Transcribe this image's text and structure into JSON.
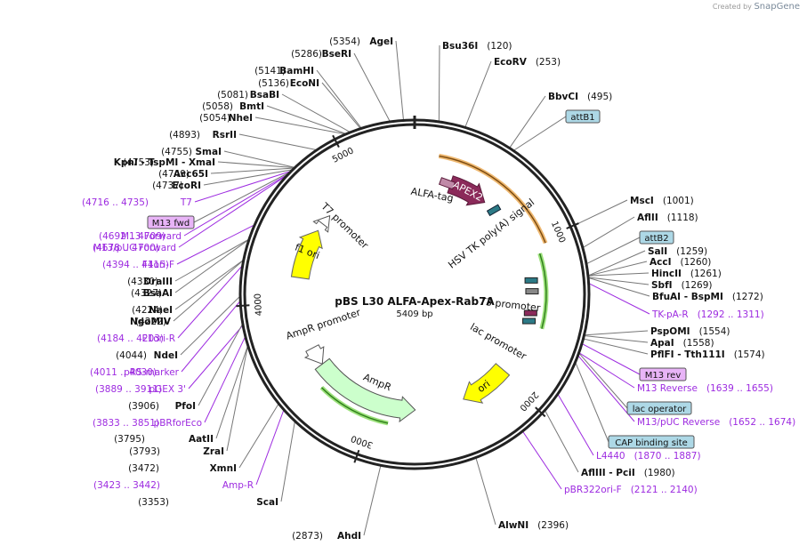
{
  "brand": {
    "created_by": "Created by",
    "name": "SnapGene"
  },
  "plasmid": {
    "name": "pBS L30 ALFA-Apex-Rab7A",
    "length": "5409 bp",
    "total_bp": 5409
  },
  "colors": {
    "apex2": "#8b2a5a",
    "hsv": "#2c7a86",
    "ori": "#ffff00",
    "ampr": "#ccffcc",
    "f1ori": "#ffff00",
    "amp_promoter": "#ffffff",
    "t7": "#ffffff",
    "primer": "#9d2be0",
    "misc_fill": "#add8e6",
    "m13_fill": "#e8b4f7",
    "enzyme_line": "#777777",
    "orange": "#e8a040",
    "green": "#60c030"
  },
  "ticks": [
    {
      "bp": 1000,
      "label": "1000"
    },
    {
      "bp": 2000,
      "label": "2000"
    },
    {
      "bp": 3000,
      "label": "3000"
    },
    {
      "bp": 4000,
      "label": "4000"
    },
    {
      "bp": 5000,
      "label": "5000"
    }
  ],
  "features": [
    {
      "name": "APEX2",
      "start": 270,
      "end": 1010,
      "type": "apex",
      "label": "APEX2"
    },
    {
      "name": "ALFA-tag",
      "start": 225,
      "end": 270,
      "type": "alfa",
      "label": "ALFA-tag"
    },
    {
      "name": "HSV TK poly(A) signal",
      "start": 1030,
      "end": 1050,
      "type": "hsv",
      "label": "HSV TK poly(A) signal"
    },
    {
      "name": "T3 promoter",
      "start": 1578,
      "end": 1597,
      "type": "t3",
      "label": "T3 promoter"
    },
    {
      "name": "lac promoter",
      "start": 1620,
      "end": 1650,
      "type": "lac",
      "label": "lac promoter"
    },
    {
      "name": "ori",
      "start": 1993,
      "end": 2581,
      "type": "ori",
      "label": "ori"
    },
    {
      "name": "AmpR",
      "start": 2750,
      "end": 3610,
      "type": "ampr",
      "label": "AmpR"
    },
    {
      "name": "AmpR promoter",
      "start": 3610,
      "end": 3715,
      "type": "amprp",
      "label": "AmpR promoter"
    },
    {
      "name": "f1 ori",
      "start": 4180,
      "end": 4636,
      "type": "f1",
      "label": "f1 ori"
    },
    {
      "name": "T7 promoter",
      "start": 4719,
      "end": 4737,
      "type": "t7",
      "label": "T7 promoter"
    }
  ],
  "left_labels": [
    {
      "text": "(5354)  AgeI",
      "num": "(5354)",
      "name": "AgeI",
      "kind": "enzyme"
    },
    {
      "text": "(5286)  BseRI",
      "num": "(5286)",
      "name": "BseRI",
      "kind": "enzyme"
    },
    {
      "text": "(5141)  BamHI",
      "num": "(5141)",
      "name": "BamHI",
      "kind": "enzyme"
    },
    {
      "text": "(5136)  EcoNI",
      "num": "(5136)",
      "name": "EcoNI",
      "kind": "enzyme"
    },
    {
      "text": "(5081)  BsaBI",
      "num": "(5081)",
      "name": "BsaBI",
      "kind": "enzyme"
    },
    {
      "text": "(5058)  BmtI",
      "num": "(5058)",
      "name": "BmtI",
      "kind": "enzyme"
    },
    {
      "text": "(5054)  NheI",
      "num": "(5054)",
      "name": "NheI",
      "kind": "enzyme"
    },
    {
      "text": "(4893)  RsrII",
      "num": "(4893)",
      "name": "RsrII",
      "kind": "enzyme"
    },
    {
      "text": "(4755)  SmaI",
      "num": "(4755)",
      "name": "SmaI",
      "kind": "enzyme"
    },
    {
      "text": "(4753)  KpnI  - TspMI  - XmaI",
      "num": "(4753)",
      "name": "KpnI  - TspMI  - XmaI",
      "kind": "enzyme"
    },
    {
      "text": "(4749)  Acc65I",
      "num": "(4749)",
      "name": "Acc65I",
      "kind": "enzyme"
    },
    {
      "text": "(4737)  EcoRI",
      "num": "(4737)",
      "name": "EcoRI",
      "kind": "enzyme"
    },
    {
      "text": "(4716 .. 4735)  T7",
      "num": "(4716 .. 4735)",
      "name": "T7",
      "kind": "primer"
    },
    {
      "text": "M13 fwd",
      "num": "",
      "name": "M13 fwd",
      "kind": "boxm13"
    },
    {
      "text": "(4692 .. 4709)  M13 Forward",
      "num": "(4692 .. 4709)",
      "name": "M13 Forward",
      "kind": "primer"
    },
    {
      "text": "(4678 .. 4700)  M13/pUC Forward",
      "num": "(4678 .. 4700)",
      "name": "M13/pUC Forward",
      "kind": "primer"
    },
    {
      "text": "(4394 .. 4415)  F1ori-F",
      "num": "(4394 .. 4415)",
      "name": "F1ori-F",
      "kind": "primer"
    },
    {
      "text": "(4330)  DraIII",
      "num": "(4330)",
      "name": "DraIII",
      "kind": "enzyme"
    },
    {
      "text": "(4327)  BsaAI",
      "num": "(4327)",
      "name": "BsaAI",
      "kind": "enzyme"
    },
    {
      "text": "(4224)  NaeI",
      "num": "(4224)",
      "name": "NaeI",
      "kind": "enzyme"
    },
    {
      "text": "(4222)  NgoMIV",
      "num": "(4222)",
      "name": "NgoMIV",
      "kind": "enzyme"
    },
    {
      "text": "(4184 .. 4203)  F1ori-R",
      "num": "(4184 .. 4203)",
      "name": "F1ori-R",
      "kind": "primer"
    },
    {
      "text": "(4044)  NdeI",
      "num": "(4044)",
      "name": "NdeI",
      "kind": "enzyme"
    },
    {
      "text": "(4011 .. 4030)  pRS-marker",
      "num": "(4011 .. 4030)",
      "name": "pRS-marker",
      "kind": "primer"
    },
    {
      "text": "(3889 .. 3911)  pGEX 3'",
      "num": "(3889 .. 3911)",
      "name": "pGEX 3'",
      "kind": "primer"
    },
    {
      "text": "(3906)  PfoI",
      "num": "(3906)",
      "name": "PfoI",
      "kind": "enzyme"
    },
    {
      "text": "(3833 .. 3851)  pBRforEco",
      "num": "(3833 .. 3851)",
      "name": "pBRforEco",
      "kind": "primer"
    },
    {
      "text": "(3795)  AatII",
      "num": "(3795)",
      "name": "AatII",
      "kind": "enzyme"
    },
    {
      "text": "(3793)  ZraI",
      "num": "(3793)",
      "name": "ZraI",
      "kind": "enzyme"
    },
    {
      "text": "(3472)  XmnI",
      "num": "(3472)",
      "name": "XmnI",
      "kind": "enzyme"
    },
    {
      "text": "(3423 .. 3442)  Amp-R",
      "num": "(3423 .. 3442)",
      "name": "Amp-R",
      "kind": "primer"
    },
    {
      "text": "(3353)  ScaI",
      "num": "(3353)",
      "name": "ScaI",
      "kind": "enzyme"
    },
    {
      "text": "(2873)  AhdI",
      "num": "(2873)",
      "name": "AhdI",
      "kind": "enzyme"
    }
  ],
  "right_labels": [
    {
      "text": "Bsu36I  (120)",
      "name": "Bsu36I",
      "num": "(120)",
      "kind": "enzyme"
    },
    {
      "text": "EcoRV  (253)",
      "name": "EcoRV",
      "num": "(253)",
      "kind": "enzyme"
    },
    {
      "text": "BbvCI  (495)",
      "name": "BbvCI",
      "num": "(495)",
      "kind": "enzyme"
    },
    {
      "text": "attB1",
      "name": "attB1",
      "num": "",
      "kind": "boxmisc"
    },
    {
      "text": "MscI  (1001)",
      "name": "MscI",
      "num": "(1001)",
      "kind": "enzyme"
    },
    {
      "text": "AflII  (1118)",
      "name": "AflII",
      "num": "(1118)",
      "kind": "enzyme"
    },
    {
      "text": "attB2",
      "name": "attB2",
      "num": "",
      "kind": "boxmisc"
    },
    {
      "text": "SalI  (1259)",
      "name": "SalI",
      "num": "(1259)",
      "kind": "enzyme"
    },
    {
      "text": "AccI  (1260)",
      "name": "AccI",
      "num": "(1260)",
      "kind": "enzyme"
    },
    {
      "text": "HincII  (1261)",
      "name": "HincII",
      "num": "(1261)",
      "kind": "enzyme"
    },
    {
      "text": "SbfI  (1269)",
      "name": "SbfI",
      "num": "(1269)",
      "kind": "enzyme"
    },
    {
      "text": "BfuAI  - BspMI  (1272)",
      "name": "BfuAI  - BspMI",
      "num": "(1272)",
      "kind": "enzyme"
    },
    {
      "text": "TK-pA-R  (1292 .. 1311)",
      "name": "TK-pA-R",
      "num": "(1292 .. 1311)",
      "kind": "primer"
    },
    {
      "text": "PspOMI  (1554)",
      "name": "PspOMI",
      "num": "(1554)",
      "kind": "enzyme"
    },
    {
      "text": "ApaI  (1558)",
      "name": "ApaI",
      "num": "(1558)",
      "kind": "enzyme"
    },
    {
      "text": "PflFI  - Tth111I  (1574)",
      "name": "PflFI  - Tth111I",
      "num": "(1574)",
      "kind": "enzyme"
    },
    {
      "text": "M13 rev",
      "name": "M13 rev",
      "num": "",
      "kind": "boxm13"
    },
    {
      "text": "M13 Reverse  (1639 .. 1655)",
      "name": "M13 Reverse",
      "num": "(1639 .. 1655)",
      "kind": "primer"
    },
    {
      "text": "lac operator",
      "name": "lac operator",
      "num": "",
      "kind": "boxmisc"
    },
    {
      "text": "M13/pUC Reverse  (1652 .. 1674)",
      "name": "M13/pUC Reverse",
      "num": "(1652 .. 1674)",
      "kind": "primer"
    },
    {
      "text": "CAP binding site",
      "name": "CAP binding site",
      "num": "",
      "kind": "boxmisc"
    },
    {
      "text": "L4440  (1870 .. 1887)",
      "name": "L4440",
      "num": "(1870 .. 1887)",
      "kind": "primer"
    },
    {
      "text": "AflIII  - PciI  (1980)",
      "name": "AflIII  - PciI",
      "num": "(1980)",
      "kind": "enzyme"
    },
    {
      "text": "pBR322ori-F  (2121 .. 2140)",
      "name": "pBR322ori-F",
      "num": "(2121 .. 2140)",
      "kind": "primer"
    },
    {
      "text": "AlwNI  (2396)",
      "name": "AlwNI",
      "num": "(2396)",
      "kind": "enzyme"
    }
  ]
}
